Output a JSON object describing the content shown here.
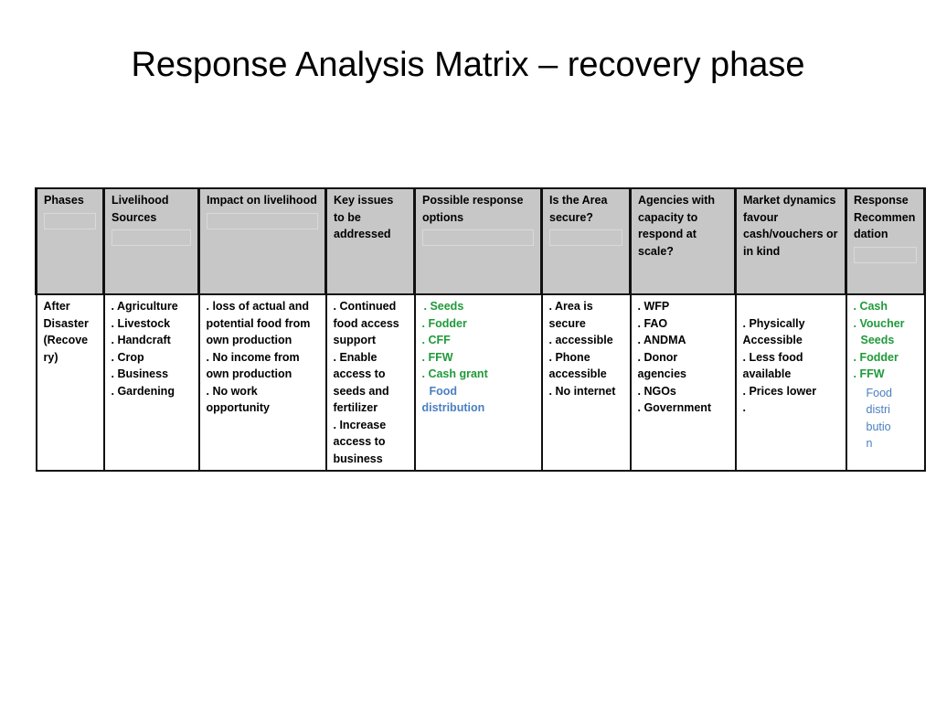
{
  "title": "Response Analysis Matrix – recovery phase",
  "columns": [
    "Phases",
    "Livelihood Sources",
    "Impact on livelihood",
    "Key issues to be addressed",
    "Possible response options",
    "Is the Area secure?",
    "Agencies with capacity to respond at scale?",
    "Market dynamics favour cash/vouchers or in kind",
    "Response Recommendation"
  ],
  "row": {
    "phase": [
      "After",
      "Disaster",
      "(Recove",
      "ry)"
    ],
    "livelihood": [
      ". Agriculture",
      ". Livestock",
      ". Handcraft",
      ". Crop",
      ". Business",
      ". Gardening"
    ],
    "impact": [
      ". loss of actual and potential food from own production",
      ". No income from own production",
      ". No work opportunity"
    ],
    "key_issues": [
      ". Continued food access support",
      ". Enable access to seeds and fertilizer",
      ". Increase access to business"
    ],
    "response_options": [
      ".  Seeds",
      ". Fodder",
      ". CFF",
      ". FFW",
      ". Cash grant"
    ],
    "response_food": [
      "Food",
      "distribution"
    ],
    "secure": [
      ". Area is secure",
      ". accessible",
      ". Phone accessible",
      ". No internet"
    ],
    "agencies": [
      ". WFP",
      ". FAO",
      ". ANDMA",
      ". Donor agencies",
      ". NGOs",
      ". Government"
    ],
    "market": [
      ". Physically Accessible",
      ".  Less food available",
      ". Prices lower",
      "."
    ],
    "recommendation": [
      ". Cash",
      ". Voucher",
      "Seeds",
      ". Fodder",
      ". FFW"
    ],
    "recommendation_food": [
      "Food",
      "distri",
      "butio",
      "n"
    ]
  },
  "colors": {
    "green": "#1f9a3a",
    "blue": "#4a7fc1",
    "header_bg": "#c7c7c7"
  }
}
